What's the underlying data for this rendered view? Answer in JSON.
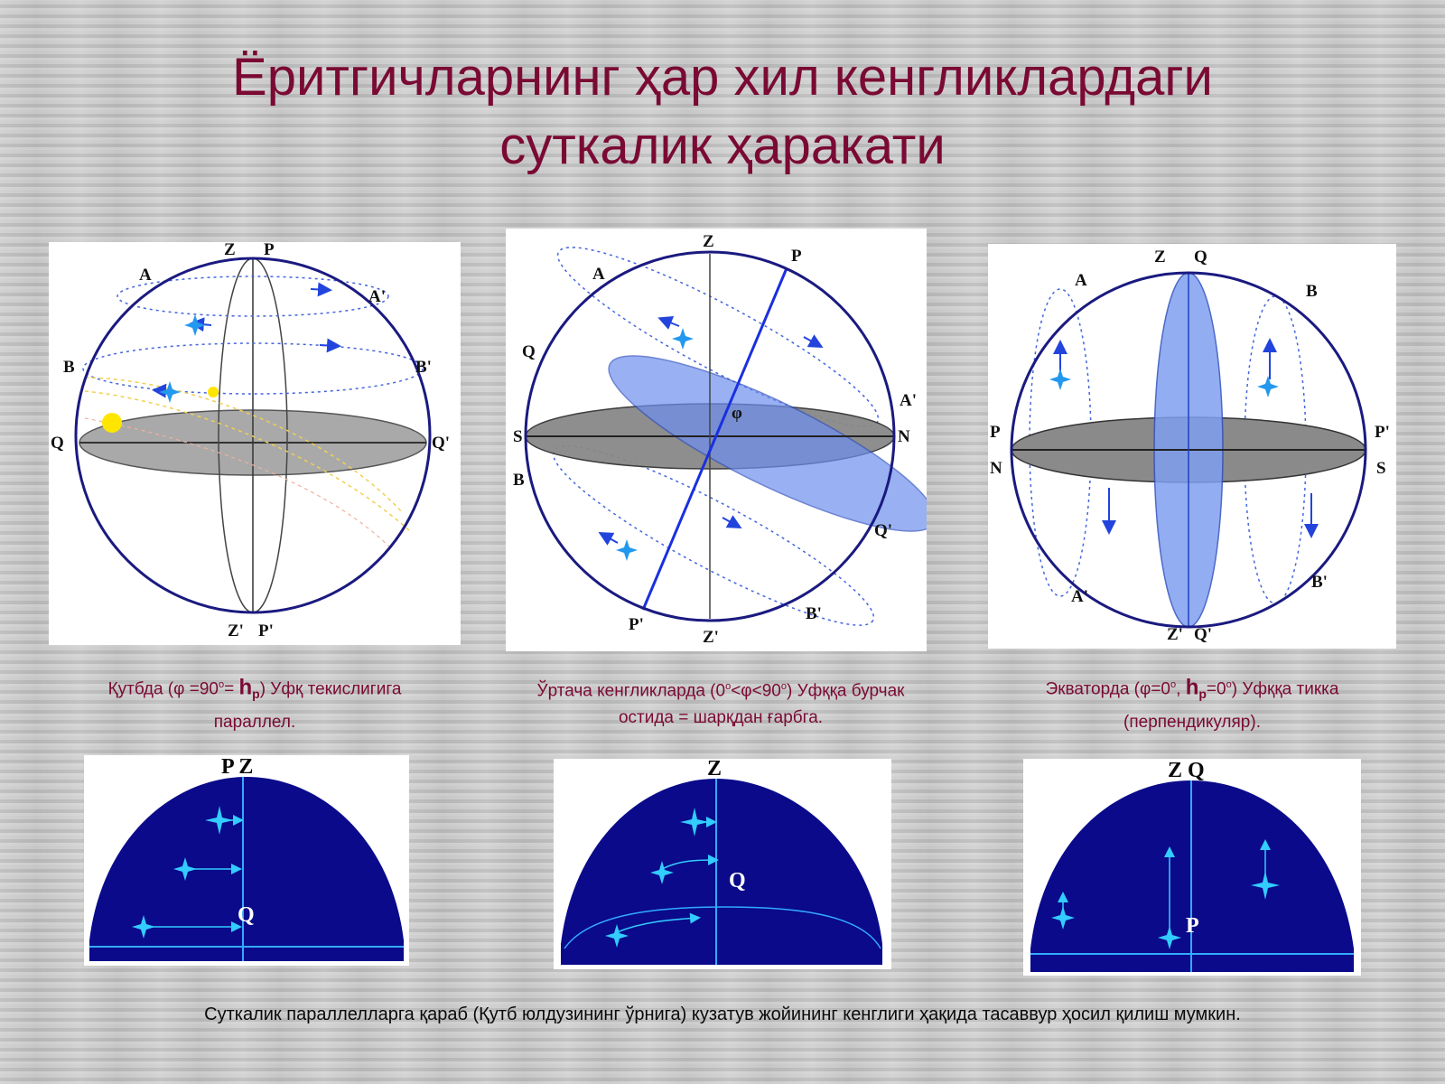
{
  "title": {
    "line1": "Ёритгичларнинг ҳар хил кенгликлардаги",
    "line2": "суткалик ҳаракати"
  },
  "diagrams": {
    "pole": {
      "labels": {
        "Z": "Z",
        "P": "P",
        "A": "A",
        "A2": "A'",
        "B": "B",
        "B2": "B'",
        "Q": "Q",
        "Q2": "Q'",
        "Z2": "Z'",
        "P2": "P'"
      }
    },
    "middle": {
      "labels": {
        "Z": "Z",
        "P": "P",
        "A": "A",
        "A2": "A'",
        "Q": "Q",
        "Q2": "Q'",
        "S": "S",
        "N": "N",
        "B": "B",
        "B2": "B'",
        "phi": "φ",
        "P2": "P'",
        "Z2": "Z'"
      }
    },
    "equator": {
      "labels": {
        "Z": "Z",
        "Q": "Q",
        "A": "A",
        "B": "B",
        "P": "P",
        "P2": "P'",
        "N": "N",
        "S": "S",
        "A2": "A'",
        "B2": "B'",
        "Z2": "Z'",
        "Q2": "Q'"
      }
    }
  },
  "captions": {
    "pole": {
      "part1": "Қутбда (φ =90",
      "deg": "о",
      "part2": "= ",
      "h": "h",
      "sub": "p",
      "part3": ") Уфқ текислигига",
      "line2": "параллел."
    },
    "middle": {
      "part1": "Ўртача кенгликларда (0",
      "deg1": "о",
      "part2": "<φ<90",
      "deg2": "о",
      "part3": ") Уфққа бурчак",
      "line2": "остида = шарқдан ғарбга."
    },
    "equator": {
      "part1": "Экваторда (φ=0",
      "deg1": "о",
      "part2": ", ",
      "h": "h",
      "sub": "p",
      "part3": "=0",
      "deg2": "о",
      "part4": ") Уфққа тикка",
      "line2": "(перпендикуляр)."
    }
  },
  "domes": {
    "pole": {
      "top": "P Z",
      "q": "Q"
    },
    "middle": {
      "top": "Z",
      "q": "Q"
    },
    "equator": {
      "top": "Z Q",
      "p": "P"
    }
  },
  "footer": "Суткалик параллелларга қараб (Қутб юлдузининг ўрнига) кузатув жойининг кенглиги ҳақида тасаввур ҳосил қилиш мумкин.",
  "colors": {
    "title": "#7a0a33",
    "sphere": "#1a1a80",
    "plane": "#8a8a8a",
    "equatorPlane": "#7f9fef",
    "dome": "#0a0a8a",
    "star": "#33ccff"
  }
}
